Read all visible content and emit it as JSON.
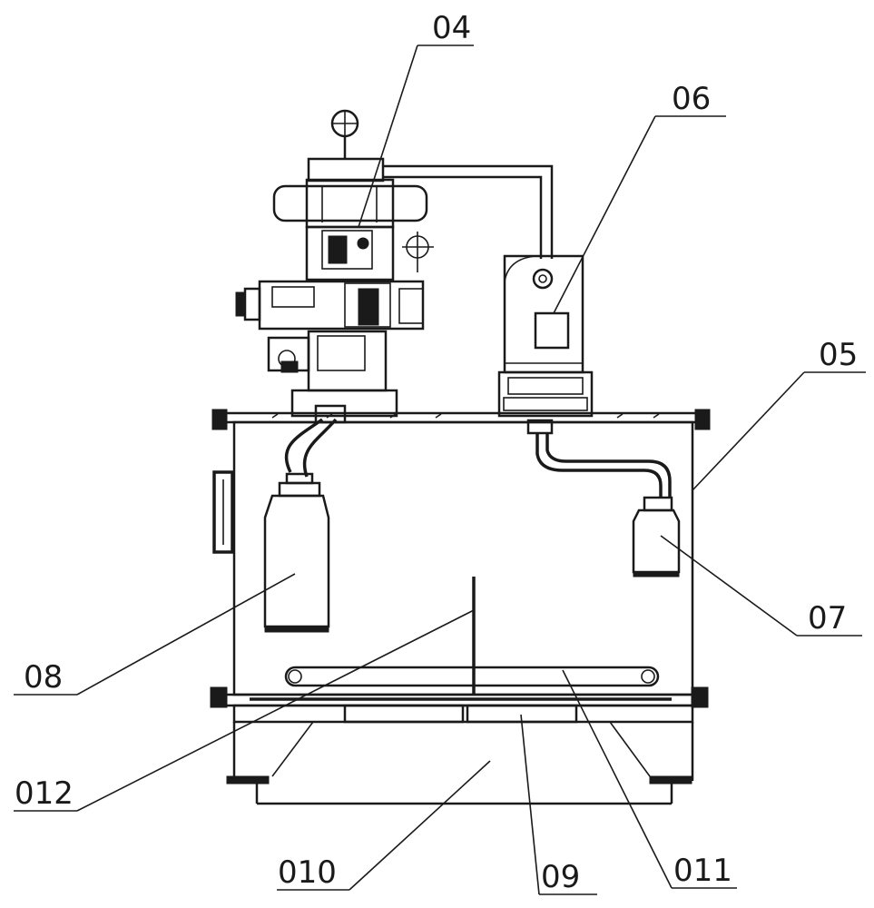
{
  "labels": {
    "l04": "04",
    "l05": "05",
    "l06": "06",
    "l07": "07",
    "l08": "08",
    "l09": "09",
    "l010": "010",
    "l011": "011",
    "l012": "012"
  }
}
